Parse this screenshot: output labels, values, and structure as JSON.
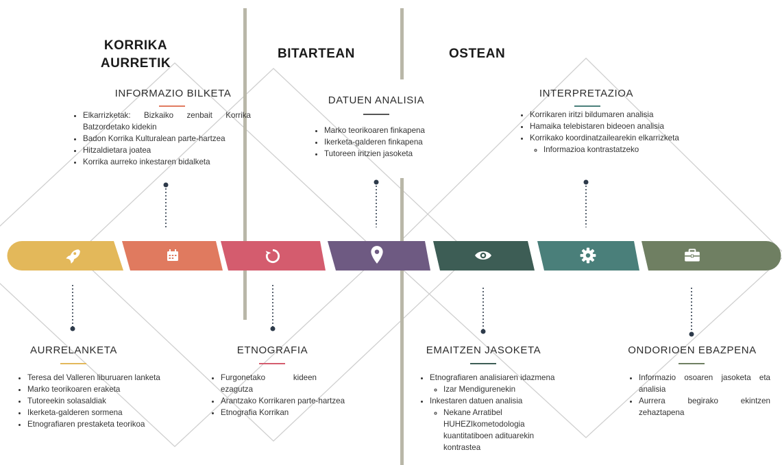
{
  "phases": {
    "before_line1": "KORRIKA",
    "before_line2": "AURRETIK",
    "during": "BITARTEAN",
    "after": "OSTEAN"
  },
  "timeline": {
    "segments": [
      {
        "icon": "rocket-icon",
        "color": "#E3B85A"
      },
      {
        "icon": "calendar-icon",
        "color": "#E07A5F"
      },
      {
        "icon": "refresh-icon",
        "color": "#D45C6E"
      },
      {
        "icon": "map-pin-icon",
        "color": "#6E5A82"
      },
      {
        "icon": "eye-icon",
        "color": "#3D5D55"
      },
      {
        "icon": "gear-icon",
        "color": "#4A7F7A"
      },
      {
        "icon": "briefcase-icon",
        "color": "#6F7F62"
      }
    ]
  },
  "sections": {
    "informazio_bilketa": {
      "title": "INFORMAZIO BILKETA",
      "accent": "#E07A5F",
      "items": [
        "Elkarrizketak: Bizkaiko zenbait Korrika Batzordetako kidekin",
        "Badon Korrika Kulturalean parte-hartzea",
        "Hitzaldietara joatea",
        "Korrika aurreko inkestaren bidalketa"
      ]
    },
    "datuen_analisia": {
      "title": "DATUEN ANALISIA",
      "accent": "#555555",
      "items": [
        "Marko teorikoaren finkapena",
        "Ikerketa-galderen finkapena",
        "Tutoreen iritzien jasoketa"
      ]
    },
    "interpretazioa": {
      "title": "INTERPRETAZIOA",
      "accent": "#4A7F7A",
      "items": [
        "Korrikaren iritzi bildumaren analisia",
        "Hamaika telebistaren bideoen analisia",
        "Korrikako koordinatzailearekin elkarrizketa"
      ],
      "subitems": [
        "Informazioa kontrastatzeko"
      ]
    },
    "aurrelanketa": {
      "title": "AURRELANKETA",
      "accent": "#E3B85A",
      "items": [
        "Teresa del Valleren liburuaren lanketa",
        "Marko teorikoaren eraketa",
        "Tutoreekin solasaldiak",
        "Ikerketa-galderen sormena",
        "Etnografiaren prestaketa teorikoa"
      ]
    },
    "etnografia": {
      "title": "ETNOGRAFIA",
      "accent": "#D45C6E",
      "items": [
        "Furgonetako kideen ezagutza",
        "Arantzako Korrikaren parte-hartzea",
        "Etnografia Korrikan"
      ]
    },
    "emaitzen_jasoketa": {
      "title": "EMAITZEN JASOKETA",
      "accent": "#3D5D55",
      "items": [
        "Etnografiaren analisiaren idazmena",
        "Inkestaren datuen analisia"
      ],
      "sub1": [
        "Izar Mendigurenekin"
      ],
      "sub2": [
        "Nekane Arratibel HUHEZIkometodologia kuantitatiboen adituarekin kontrastea"
      ]
    },
    "ondorioen_ebazpena": {
      "title": "ONDORIOEN EBAZPENA",
      "accent": "#6F7F62",
      "items": [
        "Informazio osoaren jasoketa eta analisia",
        "Aurrera begirako ekintzen zehaztapena"
      ]
    }
  }
}
